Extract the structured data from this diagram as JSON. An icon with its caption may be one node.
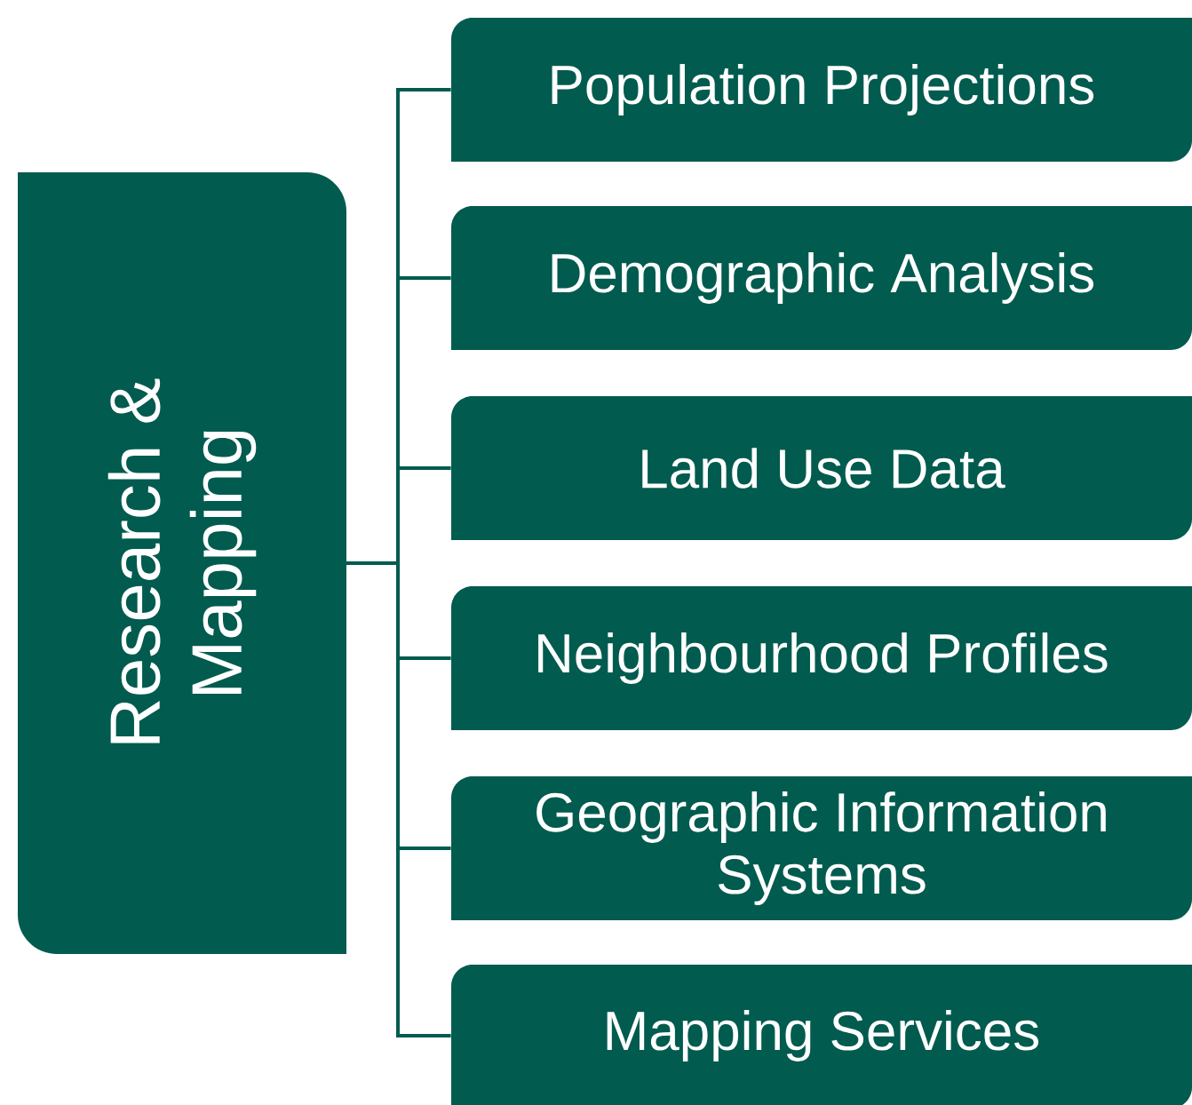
{
  "diagram": {
    "nodes": [
      {
        "text": [
          "Research & Mapping"
        ]
      },
      {
        "text": [
          "Population Projections"
        ]
      },
      {
        "text": [
          "Demographic Analysis"
        ]
      },
      {
        "text": [
          "Land Use Data"
        ]
      },
      {
        "text": [
          "Neighbourhood Profiles"
        ]
      },
      {
        "text": [
          "Geographic Information Systems"
        ]
      },
      {
        "text": [
          "Mapping Services"
        ]
      }
    ],
    "edges": [
      {
        "from": 0,
        "to": 1,
        "arrow": "none"
      },
      {
        "from": 0,
        "to": 2,
        "arrow": "none"
      },
      {
        "from": 0,
        "to": 3,
        "arrow": "none"
      },
      {
        "from": 0,
        "to": 4,
        "arrow": "none"
      },
      {
        "from": 0,
        "to": 5,
        "arrow": "none"
      },
      {
        "from": 0,
        "to": 6,
        "arrow": "none"
      }
    ]
  }
}
